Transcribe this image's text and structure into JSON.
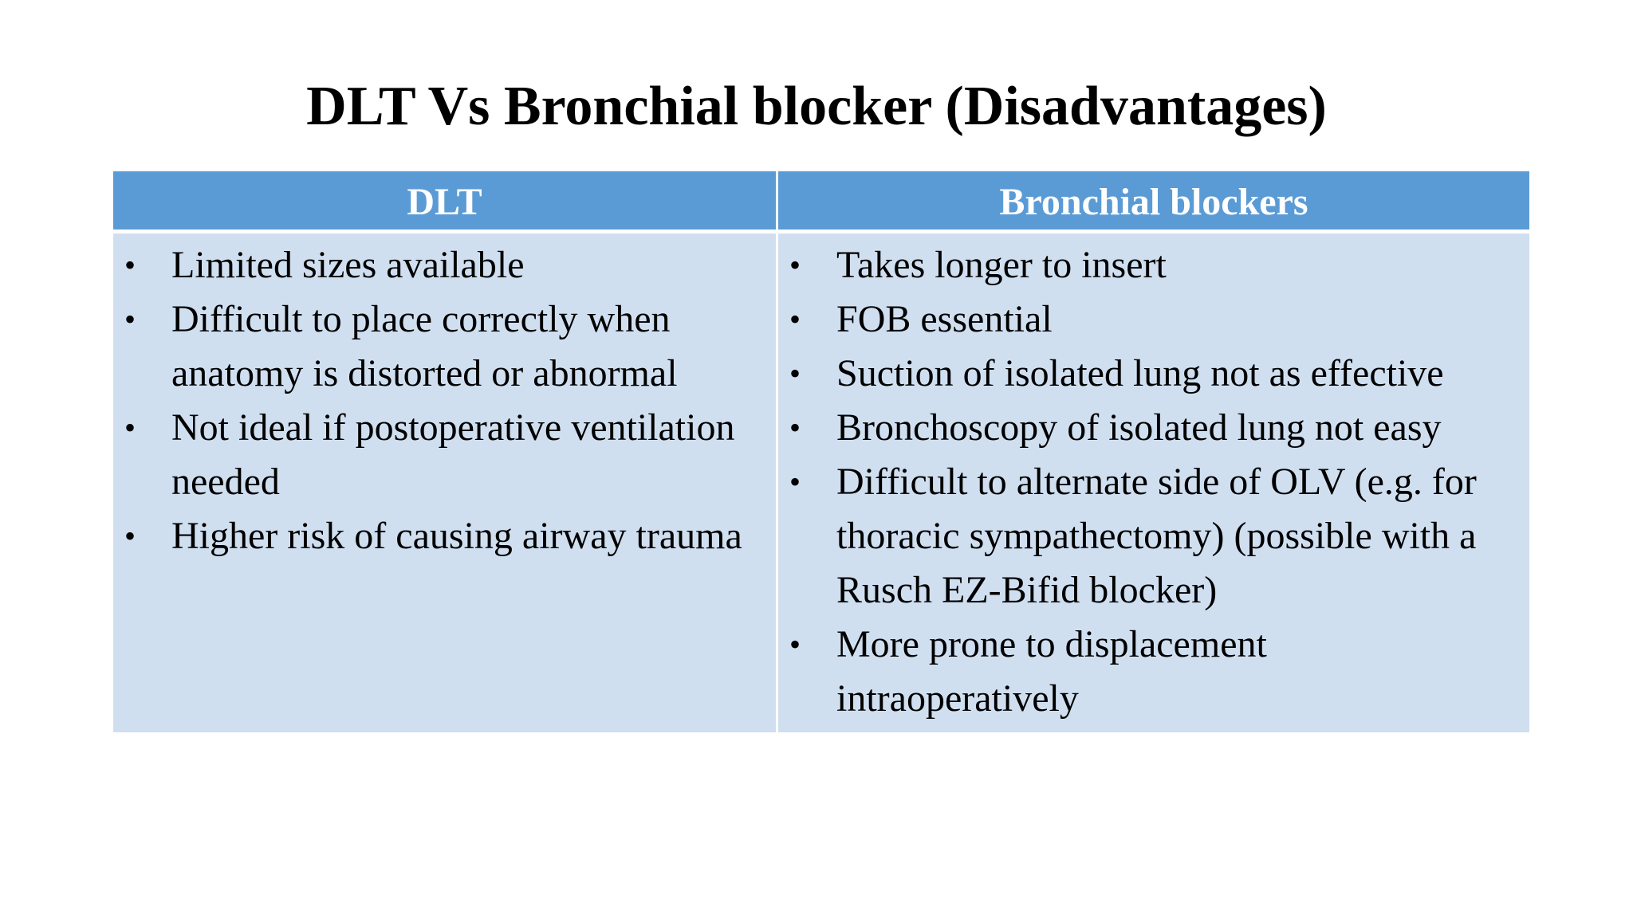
{
  "title": "DLT Vs Bronchial blocker (Disadvantages)",
  "table": {
    "header_color": "#5b9bd5",
    "body_color": "#d0dff0",
    "columns": [
      {
        "header": "DLT",
        "items": [
          "Limited sizes available",
          "Difficult to place correctly when anatomy is distorted or abnormal",
          "Not ideal if postoperative ventilation needed",
          "Higher risk of causing airway trauma"
        ]
      },
      {
        "header": "Bronchial blockers",
        "items": [
          "Takes longer to insert",
          "FOB essential",
          "Suction of isolated lung not as effective",
          "Bronchoscopy of isolated lung not easy",
          "Difficult to alternate side of OLV (e.g. for thoracic sympathectomy) (possible with a Rusch EZ-Bifid blocker)",
          "More prone to displacement intraoperatively"
        ]
      }
    ],
    "bullet": "•"
  }
}
